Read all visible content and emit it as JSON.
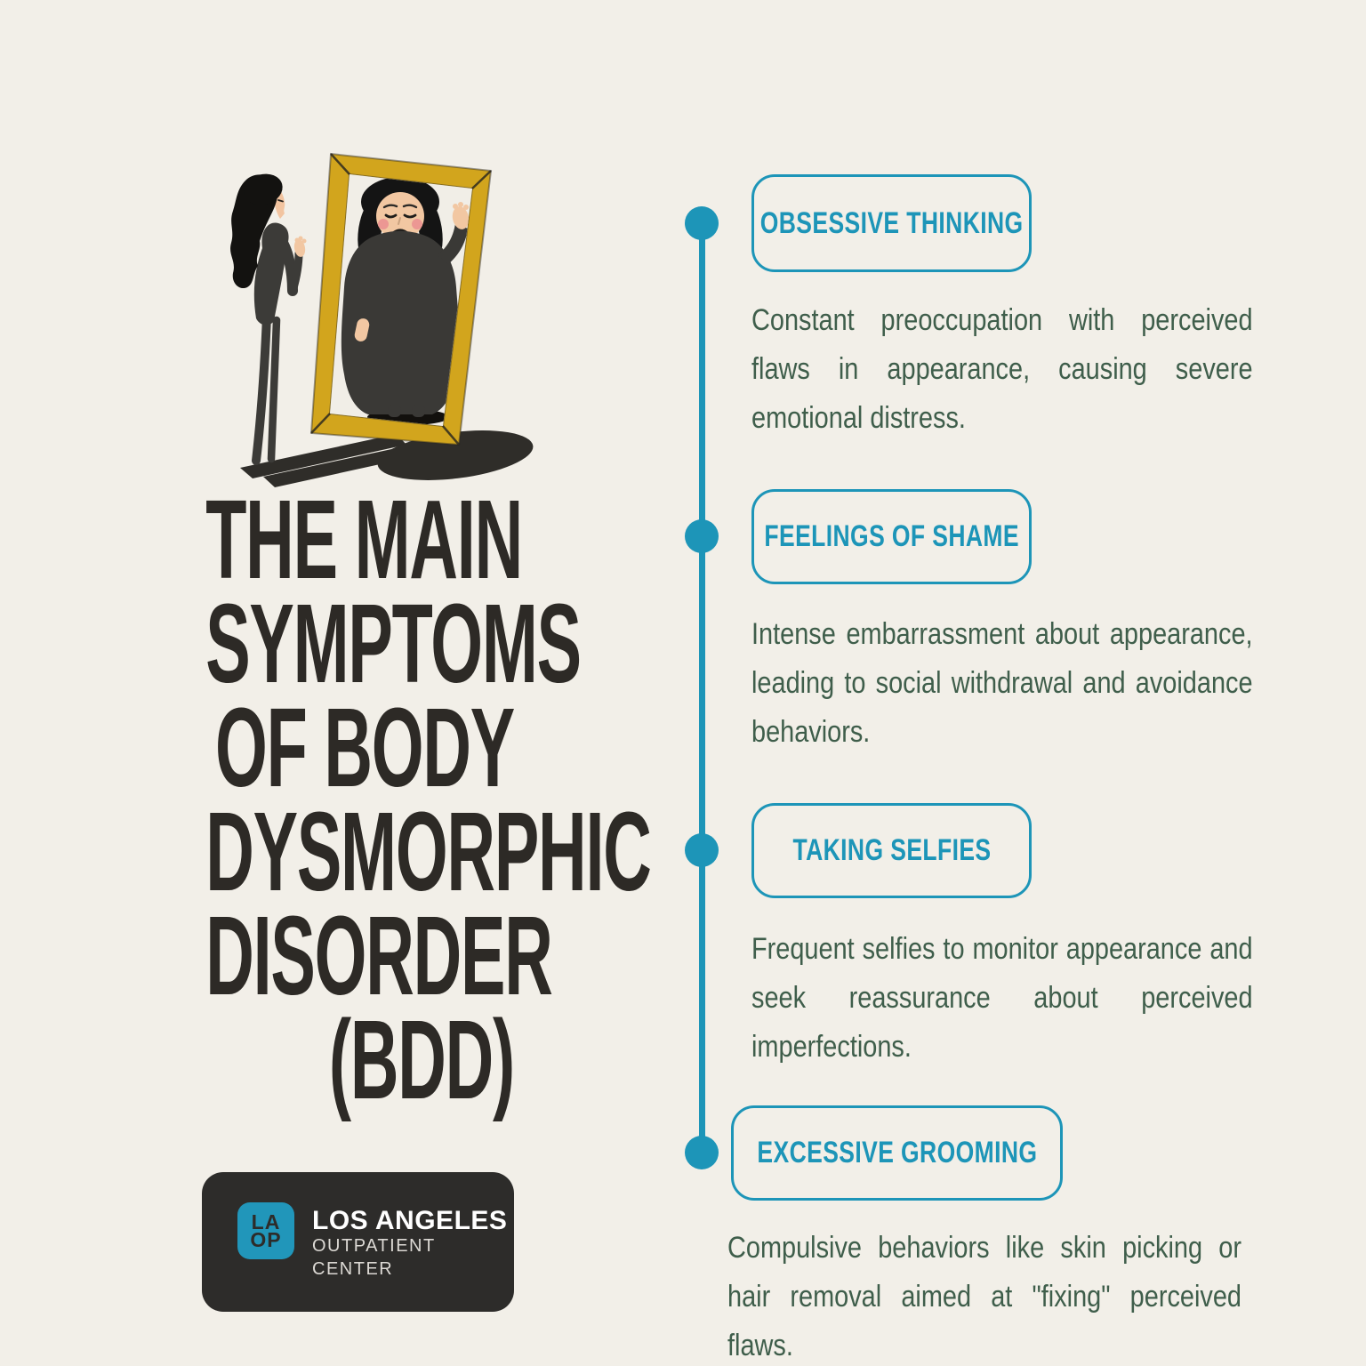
{
  "page": {
    "background_color": "#f2efe8",
    "accent_teal": "#1d95b8",
    "body_text_green": "#3f5e4b",
    "title_color": "#2d2a26",
    "mirror_gold": "#d2a51d"
  },
  "title": {
    "lines": [
      "THE MAIN",
      "SYMPTOMS",
      "OF BODY",
      "DYSMORPHIC",
      "DISORDER",
      "(BDD)"
    ]
  },
  "illustration": {
    "description": "woman looking into gold-framed mirror seeing distorted larger reflection"
  },
  "logo": {
    "badge_line1": "LA",
    "badge_line2": "OP",
    "name": "LOS ANGELES",
    "subtitle": "OUTPATIENT CENTER"
  },
  "timeline": {
    "items": [
      {
        "label": "OBSESSIVE THINKING",
        "description": "Constant preoccupation with perceived flaws in appearance, causing severe emotional distress."
      },
      {
        "label": "FEELINGS OF SHAME",
        "description": "Intense embarrassment about appearance, leading to social withdrawal and avoidance behaviors."
      },
      {
        "label": "TAKING SELFIES",
        "description": "Frequent selfies to monitor appearance and seek reassurance about perceived imperfections."
      },
      {
        "label": "EXCESSIVE GROOMING",
        "description": "Compulsive behaviors like skin picking or hair removal aimed at \"fixing\" perceived flaws."
      }
    ]
  }
}
